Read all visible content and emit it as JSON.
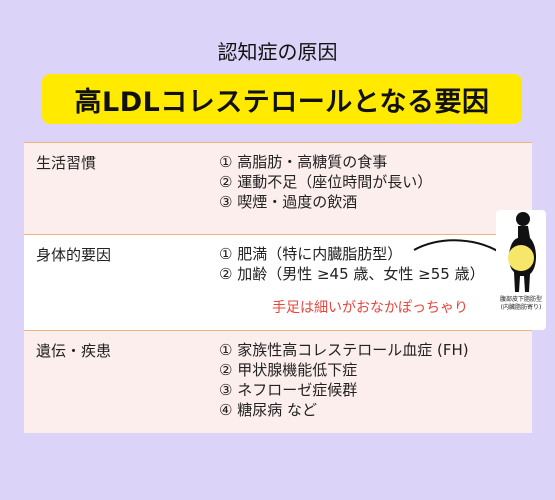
{
  "header": {
    "subtitle": "認知症の原因",
    "title": "高LDLコレステロールとなる要因"
  },
  "rows": [
    {
      "category": "生活習慣",
      "items": [
        "① 高脂肪・高糖質の食事",
        "② 運動不足（座位時間が長い）",
        "③ 喫煙・過度の飲酒"
      ]
    },
    {
      "category": "身体的要因",
      "items": [
        "① 肥満（特に内臓脂肪型）",
        "② 加齢（男性 ≥45 歳、女性 ≥55 歳）"
      ],
      "note": "手足は細いがおなかぽっちゃり"
    },
    {
      "category": "遺伝・疾患",
      "items": [
        "① 家族性高コレステロール血症 (FH)",
        "② 甲状腺機能低下症",
        "③ ネフローゼ症候群",
        "④ 糖尿病 など"
      ]
    }
  ],
  "figure": {
    "label_line1": "腹部皮下脂肪型",
    "label_line2": "(内臓脂肪寄り)",
    "belly_color": "#f6e66a"
  },
  "colors": {
    "background": "#dcd4f8",
    "banner": "#ffea00",
    "note": "#e8453c",
    "divider": "#f1b37c"
  }
}
